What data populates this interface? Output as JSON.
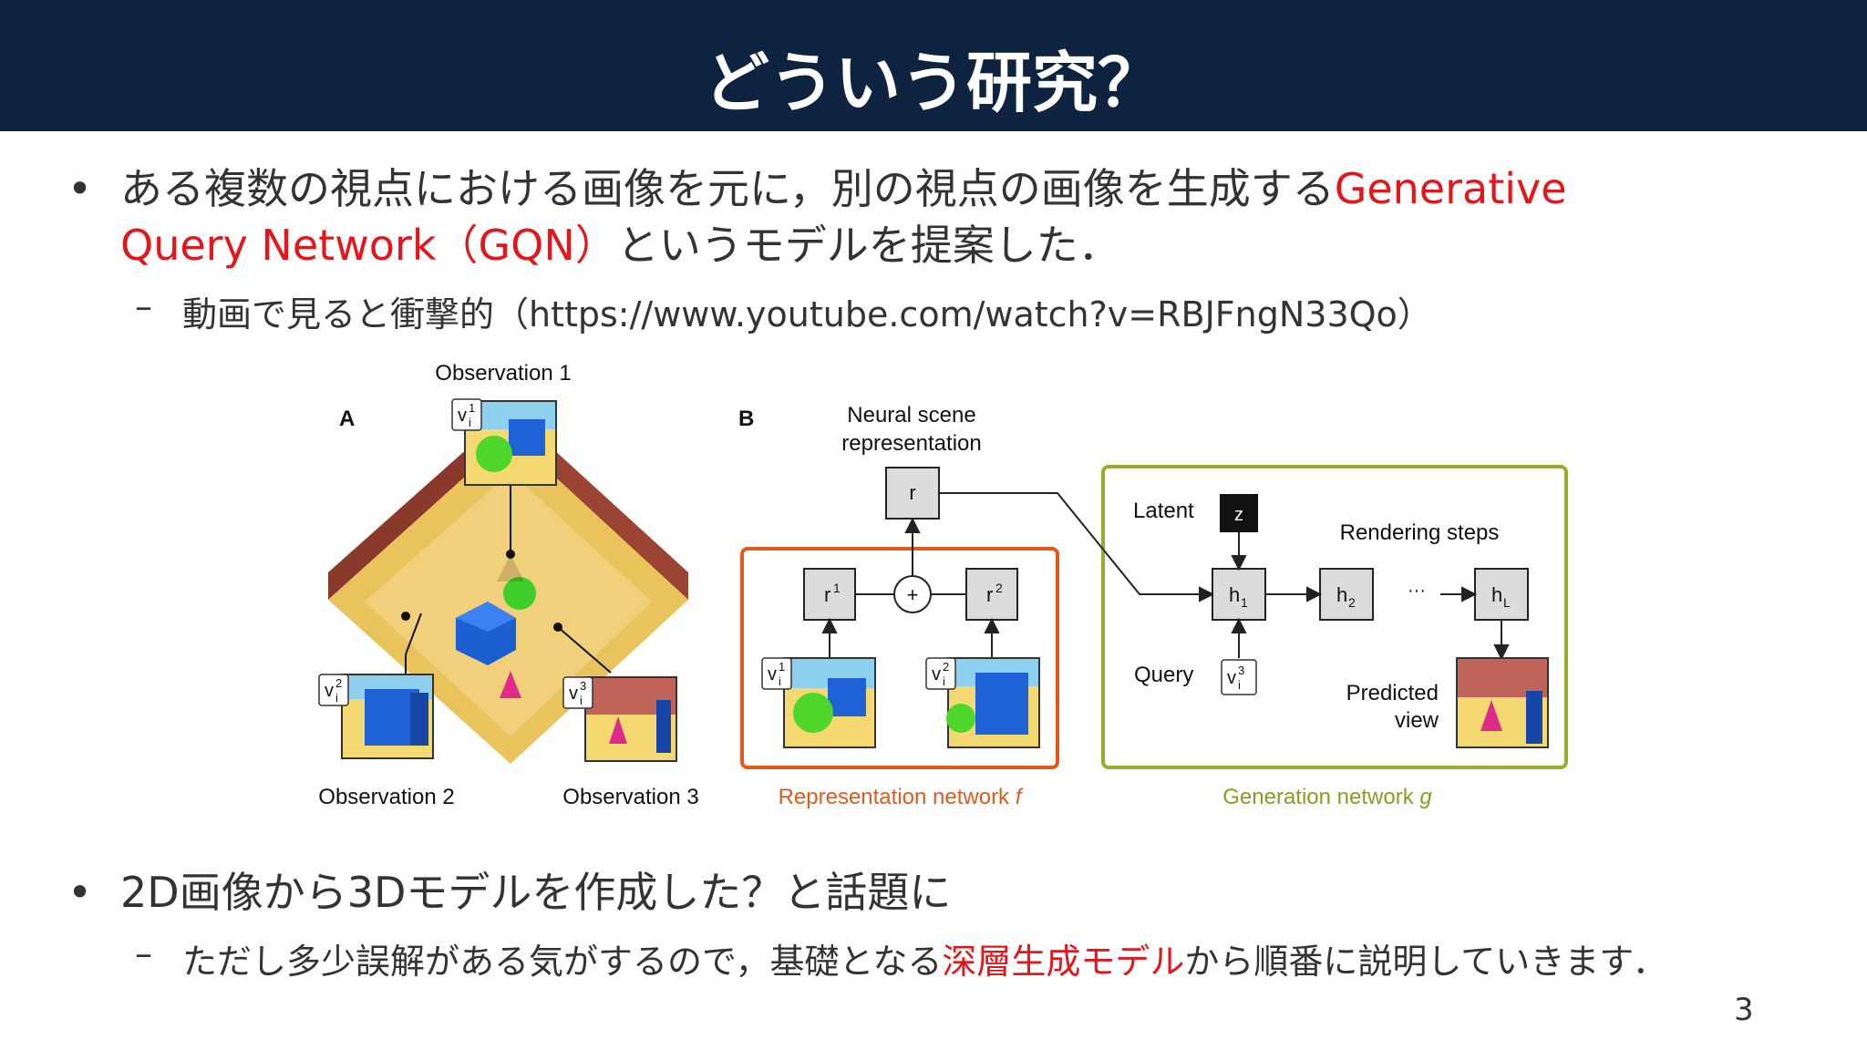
{
  "slide": {
    "title": "どういう研究？",
    "page_number": "3"
  },
  "bullet1": {
    "text_before": "ある複数の視点における画像を元に，別の視点の画像を生成する",
    "highlight_1": "Generative",
    "highlight_2": "Query Network（GQN）",
    "text_after": "というモデルを提案した．",
    "sub": "動画で見ると衝撃的（https://www.youtube.com/watch?v=RBJFngN33Qo）"
  },
  "bullet2": {
    "text": "2D画像から3Dモデルを作成した？と話題に",
    "sub_before": "ただし多少誤解がある気がするので，基礎となる",
    "sub_highlight": "深層生成モデル",
    "sub_after": "から順番に説明していきます．"
  },
  "figure": {
    "panel_a": {
      "label": "A",
      "obs1": "Observation 1",
      "obs2": "Observation 2",
      "obs3": "Observation 3",
      "v1": "v",
      "v1_sup": "1",
      "v1_sub": "i",
      "v2": "v",
      "v2_sup": "2",
      "v2_sub": "i",
      "v3": "v",
      "v3_sup": "3",
      "v3_sub": "i"
    },
    "panel_b": {
      "label": "B",
      "scene_rep_line1": "Neural scene",
      "scene_rep_line2": "representation",
      "r": "r",
      "r1": "r",
      "r1_sup": "1",
      "r2": "r",
      "r2_sup": "2",
      "plus": "+",
      "latent": "Latent",
      "z": "z",
      "rendering_steps": "Rendering steps",
      "h1": "h",
      "h1_sub": "1",
      "h2": "h",
      "h2_sub": "2",
      "hL": "h",
      "hL_sub": "L",
      "dots": "···",
      "query": "Query",
      "predicted_line1": "Predicted",
      "predicted_line2": "view",
      "rep_net": "Representation network ",
      "rep_net_f": "f",
      "gen_net": "Generation network ",
      "gen_net_g": "g"
    },
    "colors": {
      "rep_border": "#e05a1e",
      "gen_border": "#9aac2a",
      "title_bg": "#0e2340"
    }
  }
}
